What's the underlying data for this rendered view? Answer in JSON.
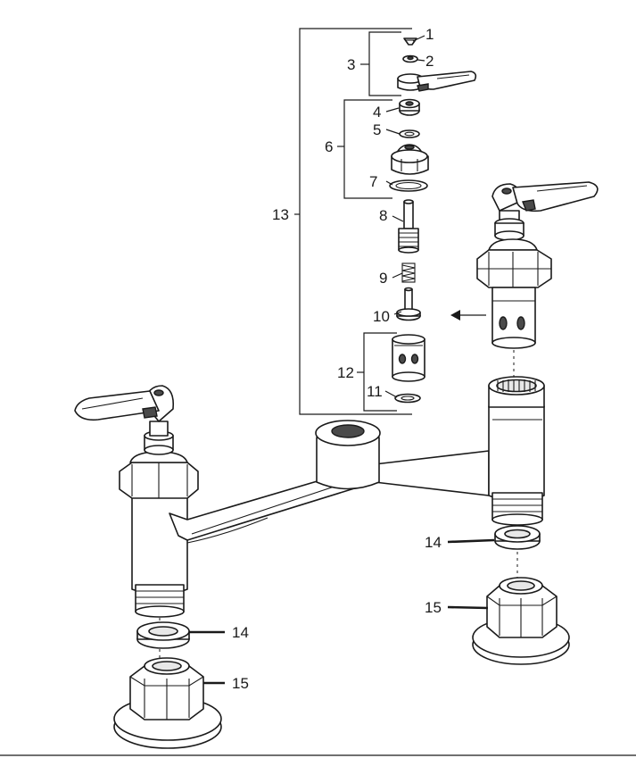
{
  "callouts": {
    "c1": "1",
    "c2": "2",
    "c3": "3",
    "c4": "4",
    "c5": "5",
    "c6": "6",
    "c7": "7",
    "c8": "8",
    "c9": "9",
    "c10": "10",
    "c11": "11",
    "c12": "12",
    "c13": "13",
    "c14_right": "14",
    "c15_right": "15",
    "c14_left": "14",
    "c15_left": "15"
  }
}
